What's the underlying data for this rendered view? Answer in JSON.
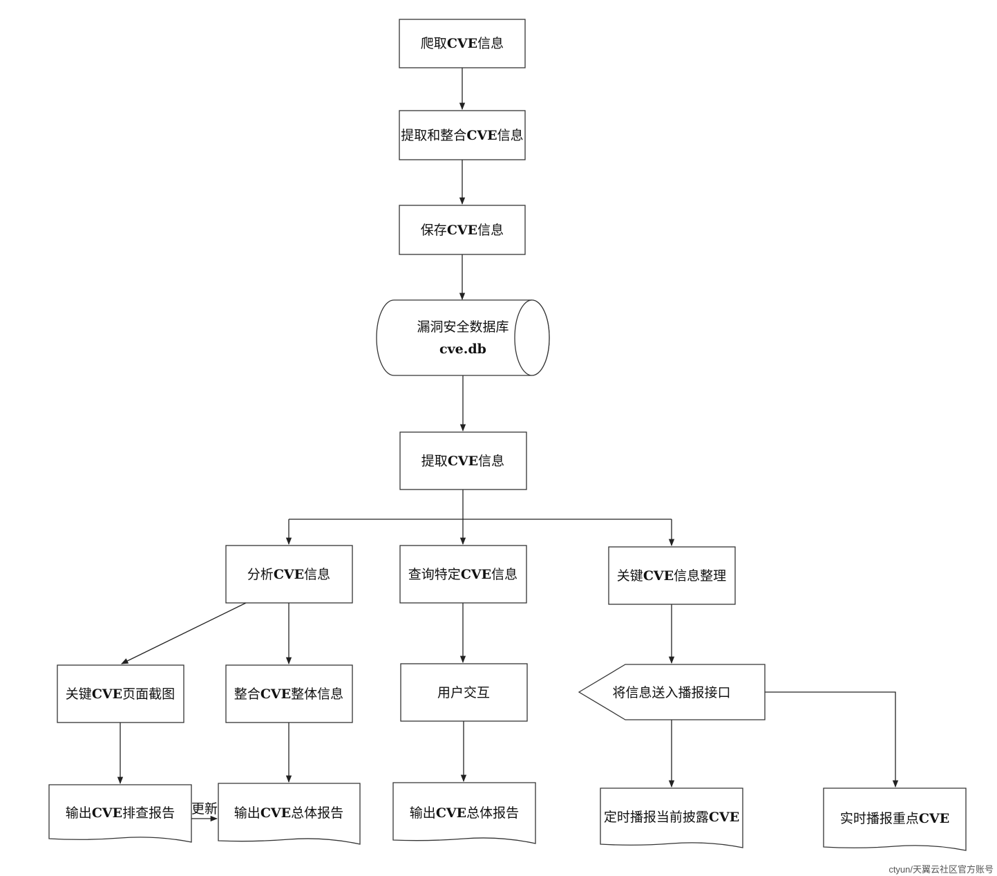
{
  "nodes": {
    "crawl": [
      "爬取",
      "CVE",
      "信息"
    ],
    "extract_merge": [
      "提取和整合",
      "CVE",
      "信息"
    ],
    "save": [
      "保存",
      "CVE",
      "信息"
    ],
    "db_title": "漏洞安全数据库",
    "db_file": "cve.db",
    "fetch": [
      "提取",
      "CVE",
      "信息"
    ],
    "analyze": [
      "分析",
      "CVE",
      "信息"
    ],
    "query": [
      "查询特定",
      "CVE",
      "信息"
    ],
    "key_org": [
      "关键",
      "CVE",
      "信息整理"
    ],
    "screenshot": [
      "关键",
      "CVE",
      "页面截图"
    ],
    "integrate": [
      "整合",
      "CVE",
      "整体信息"
    ],
    "interact": [
      "用户交互"
    ],
    "broadcast": [
      "将信息送入播报接口"
    ],
    "report_check": [
      "输出",
      "CVE",
      "排查报告"
    ],
    "report_total_1": [
      "输出",
      "CVE",
      "总体报告"
    ],
    "report_total_2": [
      "输出",
      "CVE",
      "总体报告"
    ],
    "timed": [
      "定时播报当前披露",
      "CVE",
      ""
    ],
    "realtime": [
      "实时播报重点",
      "CVE",
      ""
    ]
  },
  "edge_labels": {
    "update": "更新"
  },
  "watermark": "ctyun/天翼云社区官方账号"
}
